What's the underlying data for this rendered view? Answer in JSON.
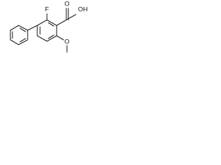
{
  "labels": {
    "carboxyl_oxygen": "O",
    "hydroxyl": "OH",
    "fluorine": "F",
    "methoxy_oxygen": "O"
  }
}
